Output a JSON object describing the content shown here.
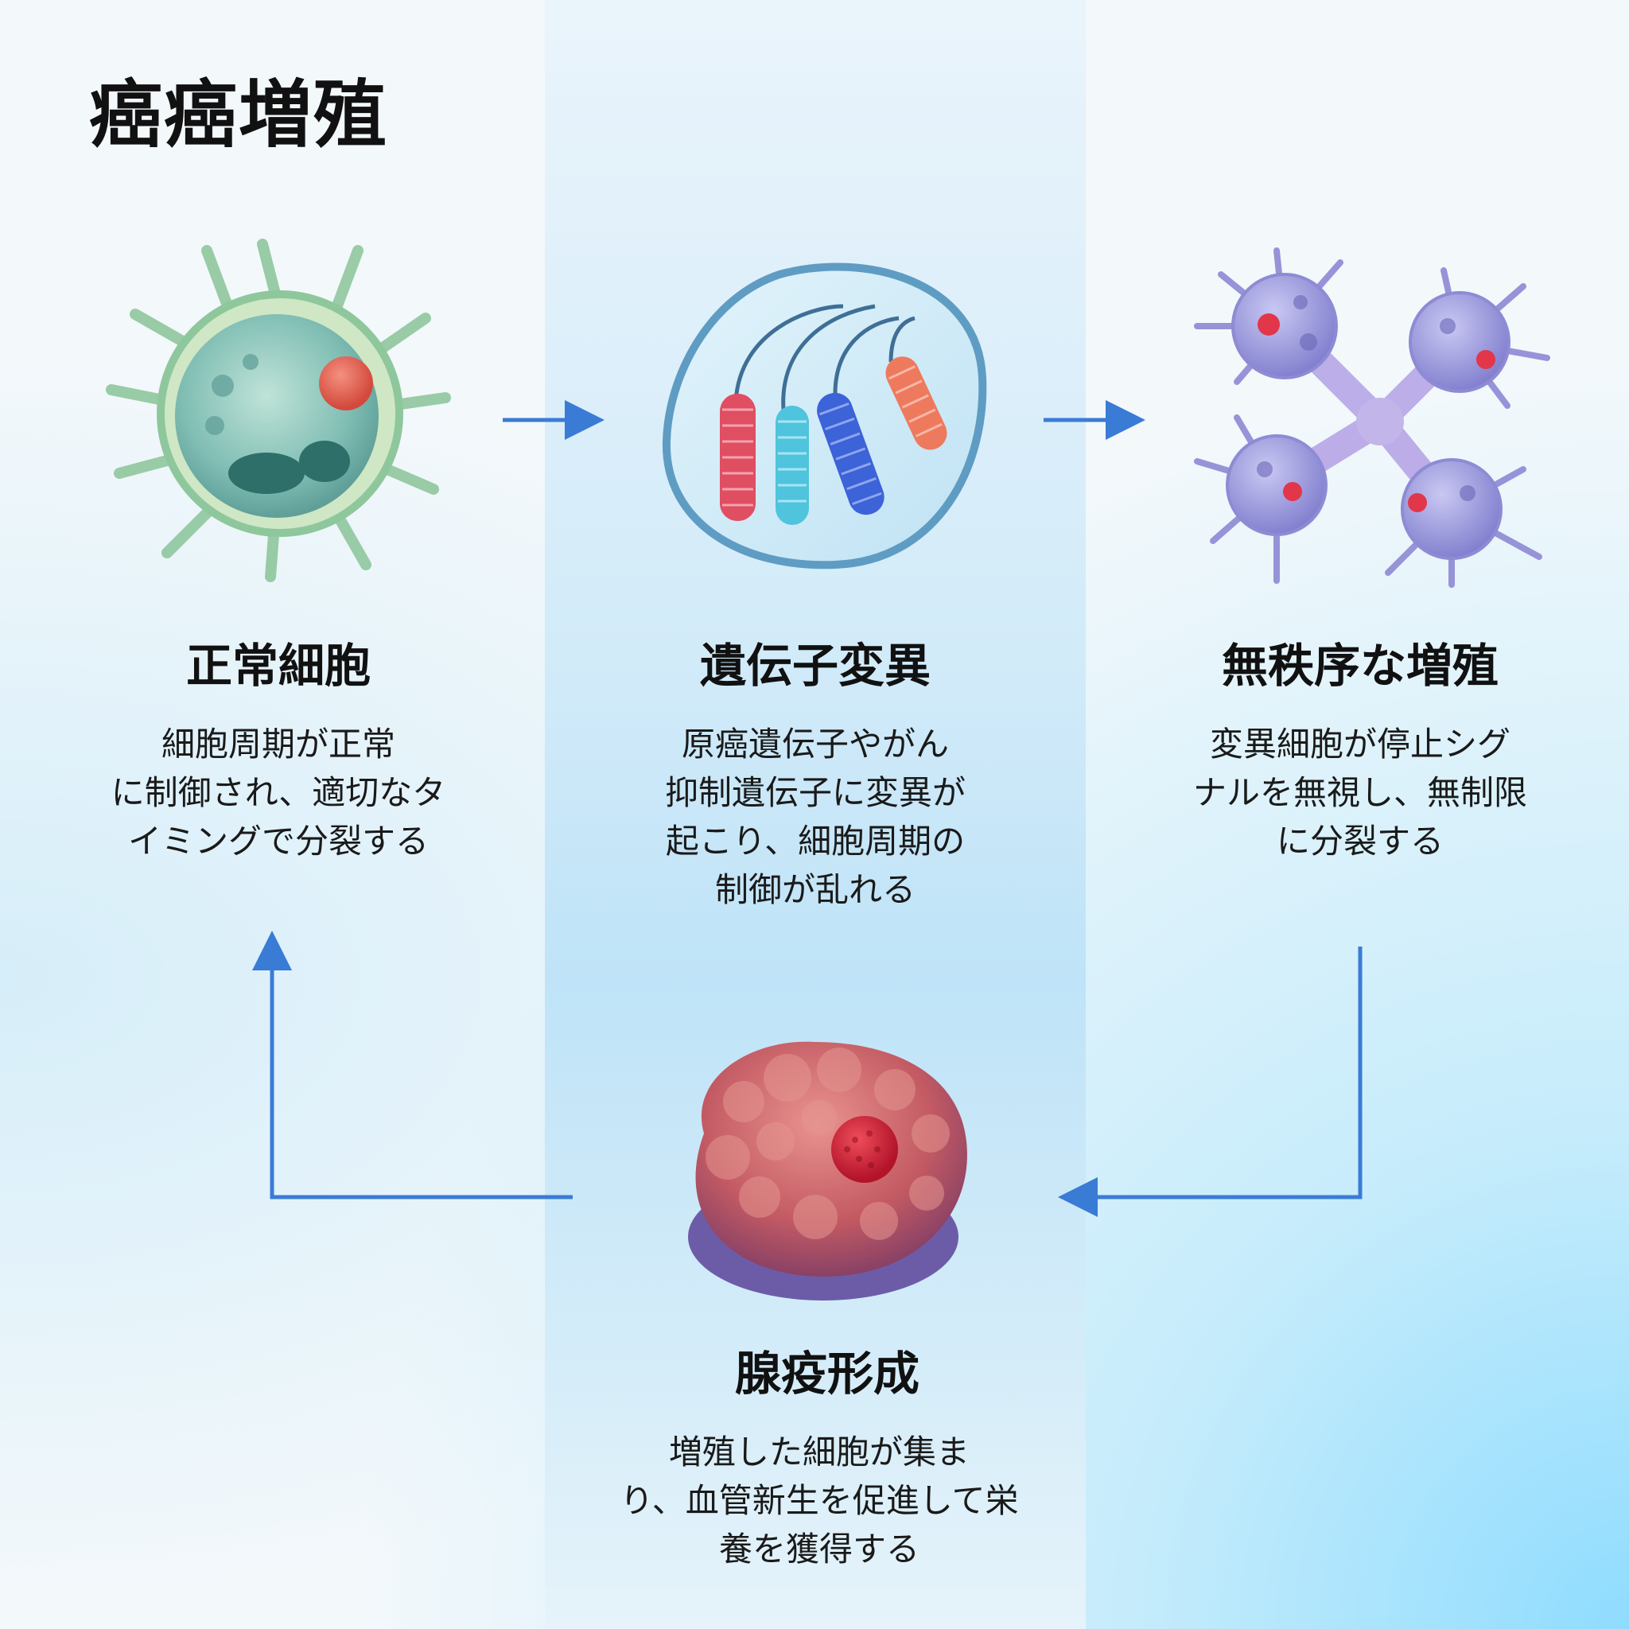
{
  "title": "癌癌増殖",
  "stages": {
    "normal": {
      "heading": "正常細胞",
      "description": "細胞周期が正常\nに制御され、適切なタ\nイミングで分裂する"
    },
    "mutation": {
      "heading": "遺伝子変異",
      "description": "原癌遺伝子やがん\n抑制遺伝子に変異が\n起こり、細胞周期の\n制御が乱れる"
    },
    "proliferation": {
      "heading": "無秩序な増殖",
      "description": "変異細胞が停止シグ\nナルを無視し、無制限\nに分裂する"
    },
    "tumor": {
      "heading": "腺疫形成",
      "description": "増殖した細胞が集ま\nり、血管新生を促進して栄\n養を獲得する"
    }
  },
  "colors": {
    "arrow": "#3a7bd5",
    "normal_cell": "#9ccfae",
    "normal_nucleus": "#e05a4f",
    "chromosome_red": "#e04e62",
    "chromosome_cyan": "#4fc4dc",
    "chromosome_blue": "#3c63d8",
    "chromosome_orange": "#ee7a5e",
    "mutant_cell": "#9f9ee0",
    "tumor": "#c85a60",
    "tumor_core": "#d8273a"
  }
}
